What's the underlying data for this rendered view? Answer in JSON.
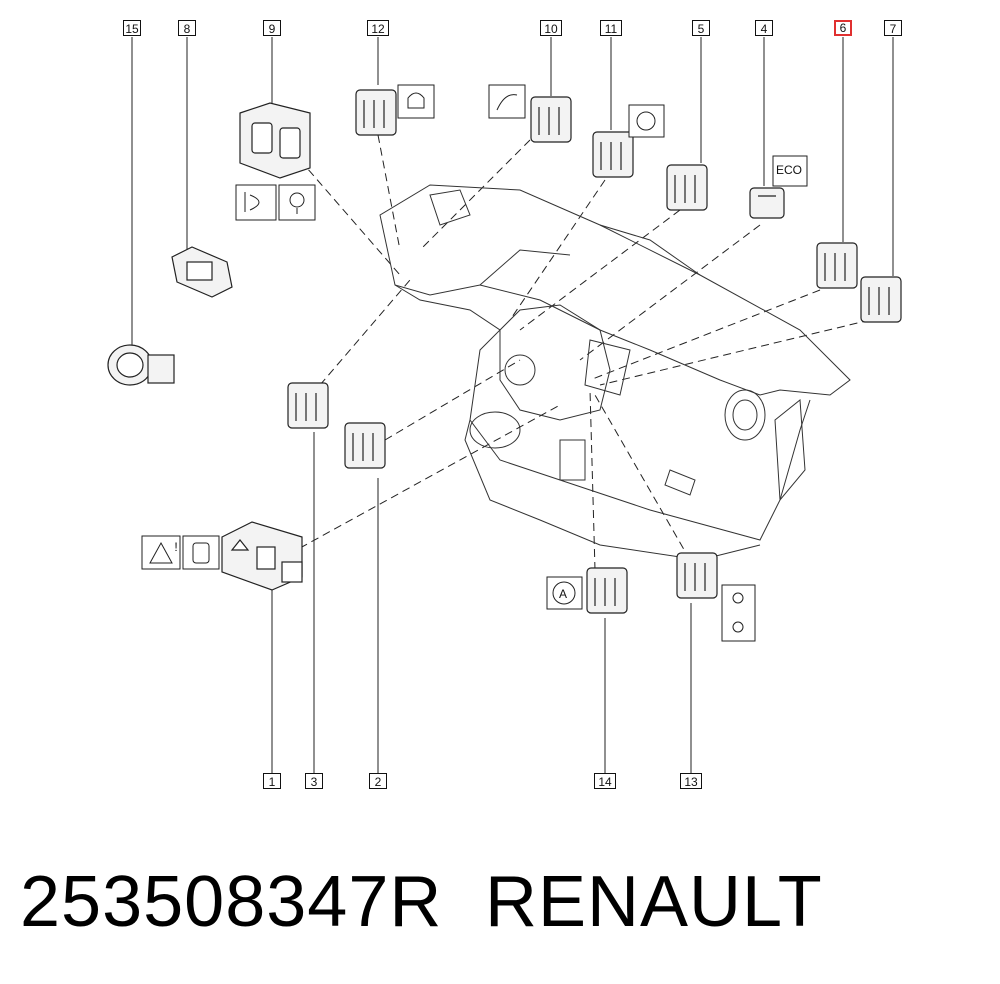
{
  "callouts": {
    "c15": "15",
    "c8": "8",
    "c9": "9",
    "c12": "12",
    "c10": "10",
    "c11": "11",
    "c5": "5",
    "c4": "4",
    "c6": "6",
    "c7": "7",
    "c1": "1",
    "c3": "3",
    "c2": "2",
    "c14": "14",
    "c13": "13"
  },
  "highlighted_callout": "6",
  "symbols": {
    "eco_label": "ECO",
    "icons": [
      "headlight-level-icon",
      "bulb-settings-icon",
      "lane-assist-icon",
      "curve-road-icon",
      "stop-start-icon",
      "hazard-icon",
      "parking-sensor-icon",
      "auto-hold-icon",
      "speed-limiter-icon"
    ]
  },
  "caption": {
    "part_number": "253508347R",
    "brand": "RENAULT"
  },
  "colors": {
    "line": "#1a1a1a",
    "highlight": "#e03030"
  }
}
